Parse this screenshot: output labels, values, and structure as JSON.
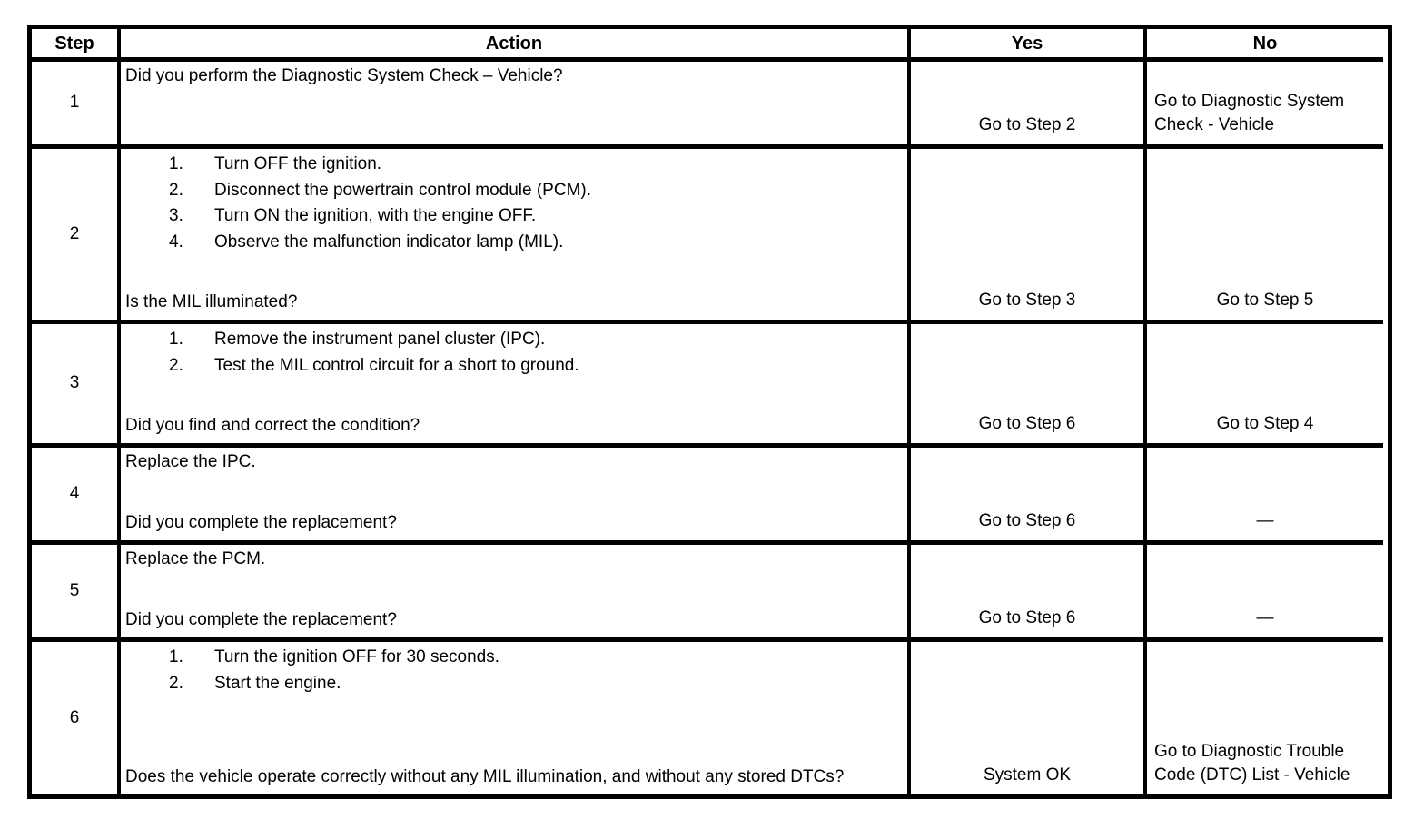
{
  "table": {
    "headers": {
      "step": "Step",
      "action": "Action",
      "yes": "Yes",
      "no": "No"
    },
    "rows": [
      {
        "step": "1",
        "action_lead": "Did you perform the Diagnostic System Check – Vehicle?",
        "yes": "Go to Step 2",
        "no": "Go to Diagnostic System Check - Vehicle"
      },
      {
        "step": "2",
        "action_items": [
          "Turn OFF the ignition.",
          "Disconnect the powertrain control module (PCM).",
          "Turn ON the ignition, with the engine OFF.",
          "Observe the malfunction indicator lamp (MIL)."
        ],
        "action_question": "Is the MIL illuminated?",
        "yes": "Go to Step 3",
        "no": "Go to Step 5"
      },
      {
        "step": "3",
        "action_items": [
          "Remove the instrument panel cluster (IPC).",
          "Test the MIL control circuit for a short to ground."
        ],
        "action_question": "Did you find and correct the condition?",
        "yes": "Go to Step 6",
        "no": "Go to Step 4"
      },
      {
        "step": "4",
        "action_lead": "Replace the IPC.",
        "action_question": "Did you complete the replacement?",
        "yes": "Go to Step 6",
        "no": "—"
      },
      {
        "step": "5",
        "action_lead": "Replace the PCM.",
        "action_question": "Did you complete the replacement?",
        "yes": "Go to Step 6",
        "no": "—"
      },
      {
        "step": "6",
        "action_items": [
          "Turn the ignition OFF for 30 seconds.",
          "Start the engine."
        ],
        "action_question": "Does the vehicle operate correctly without any MIL illumination, and without any stored DTCs?",
        "yes": "System OK",
        "no": "Go to Diagnostic Trouble Code (DTC) List - Vehicle"
      }
    ]
  }
}
